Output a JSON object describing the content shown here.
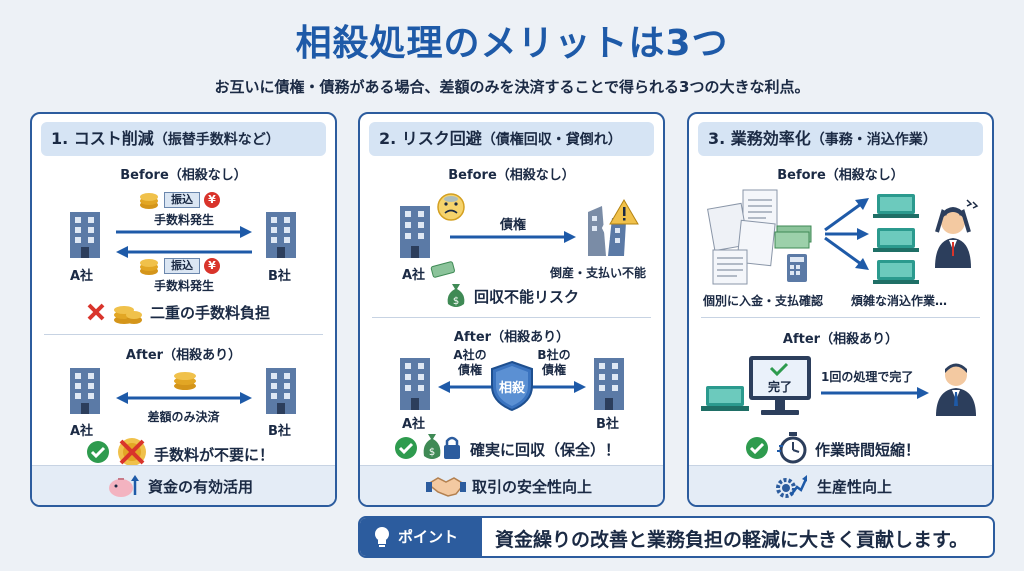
{
  "title": "相殺処理のメリットは3つ",
  "subtitle": "お互いに債権・債務がある場合、差額のみを決済することで得られる3つの大きな利点。",
  "cards": [
    {
      "heading": "1. コスト削減",
      "heading_sub": "（振替手数料など）",
      "before_label": "Before（相殺なし）",
      "transfer_tag": "振込",
      "yen_mark": "¥",
      "fee_label_top": "手数料発生",
      "fee_label_bottom": "手数料発生",
      "company_a": "A社",
      "company_b": "B社",
      "before_result": "二重の手数料負担",
      "after_label": "After（相殺あり）",
      "net_label": "差額のみ決済",
      "after_result": "手数料が不要に！",
      "footer": "資金の有効活用"
    },
    {
      "heading": "2. リスク回避",
      "heading_sub": "（債権回収・貸倒れ）",
      "before_label": "Before（相殺なし）",
      "claim_label": "債権",
      "company_a": "A社",
      "bankrupt_label": "倒産・支払い不能",
      "risk_label": "回収不能リスク",
      "after_label": "After（相殺あり）",
      "a_claim": "A社の\n債権",
      "b_claim": "B社の\n債権",
      "shield_label": "相殺",
      "company_a2": "A社",
      "company_b2": "B社",
      "after_result": "確実に回収（保全）！",
      "footer": "取引の安全性向上"
    },
    {
      "heading": "3. 業務効率化",
      "heading_sub": "（事務・消込作業）",
      "before_label": "Before（相殺なし）",
      "doc_label": "個別に入金・支払確認",
      "work_label": "煩雑な消込作業…",
      "after_label": "After（相殺あり）",
      "done_label": "完了",
      "once_label": "1回の処理で完了",
      "after_result": "作業時間短縮！",
      "footer": "生産性向上"
    }
  ],
  "point": {
    "tag": "ポイント",
    "text": "資金繰りの改善と業務負担の軽減に大きく貢献します。"
  },
  "colors": {
    "primary": "#1e5aa8",
    "navy": "#2c5c9e",
    "red": "#d9342b",
    "green": "#2e9b4e",
    "gold": "#e2a624",
    "teal": "#2b9a8e"
  }
}
